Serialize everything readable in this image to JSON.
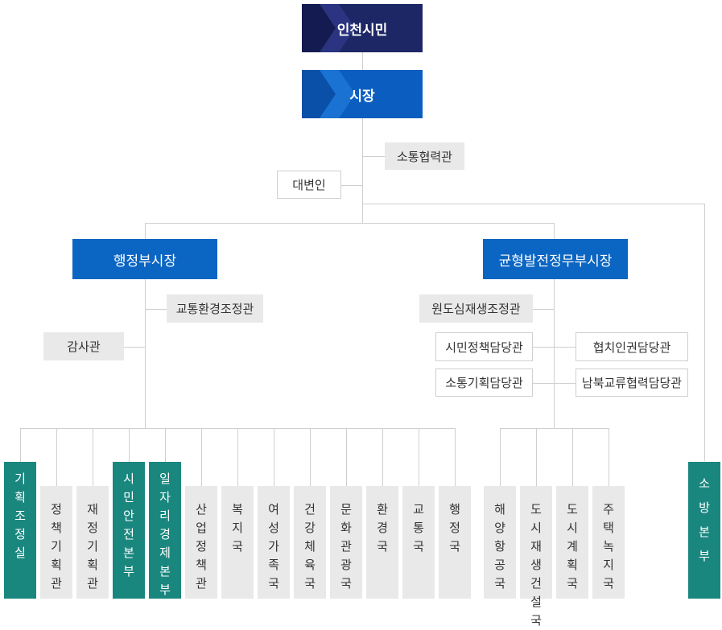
{
  "top": {
    "citizen": "인천시민",
    "mayor": "시장"
  },
  "staff": {
    "communication": "소통협력관",
    "spokesperson": "대변인"
  },
  "deputies": {
    "admin": "행정부시장",
    "balanced": "균형발전정무부시장"
  },
  "admin_side": {
    "traffic_env": "교통환경조정관",
    "audit": "감사관"
  },
  "balanced_side": {
    "urban_regen": "원도심재생조정관",
    "civic_policy": "시민정책담당관",
    "cooperation_rights": "협치인권담당관",
    "communication_planning": "소통기획담당관",
    "inter_korean": "남북교류협력담당관"
  },
  "bureaus": [
    {
      "name": "기획조정실",
      "highlight": true
    },
    {
      "name": "정책기획관",
      "highlight": false
    },
    {
      "name": "재정기획관",
      "highlight": false
    },
    {
      "name": "시민안전본부",
      "highlight": true
    },
    {
      "name": "일자리경제본부",
      "highlight": true
    },
    {
      "name": "산업정책관",
      "highlight": false
    },
    {
      "name": "복지국",
      "highlight": false
    },
    {
      "name": "여성가족국",
      "highlight": false
    },
    {
      "name": "건강체육국",
      "highlight": false
    },
    {
      "name": "문화관광국",
      "highlight": false
    },
    {
      "name": "환경국",
      "highlight": false
    },
    {
      "name": "교통국",
      "highlight": false
    },
    {
      "name": "행정국",
      "highlight": false
    },
    {
      "name": "해양항공국",
      "highlight": false
    },
    {
      "name": "도시재생건설국",
      "highlight": false
    },
    {
      "name": "도시계획국",
      "highlight": false
    },
    {
      "name": "주택녹지국",
      "highlight": false
    },
    {
      "name": "소방본부",
      "highlight": true
    }
  ],
  "colors": {
    "navy": "#1e2766",
    "blue": "#0b65c2",
    "teal": "#1a877f",
    "grey": "#e9e9e9"
  }
}
